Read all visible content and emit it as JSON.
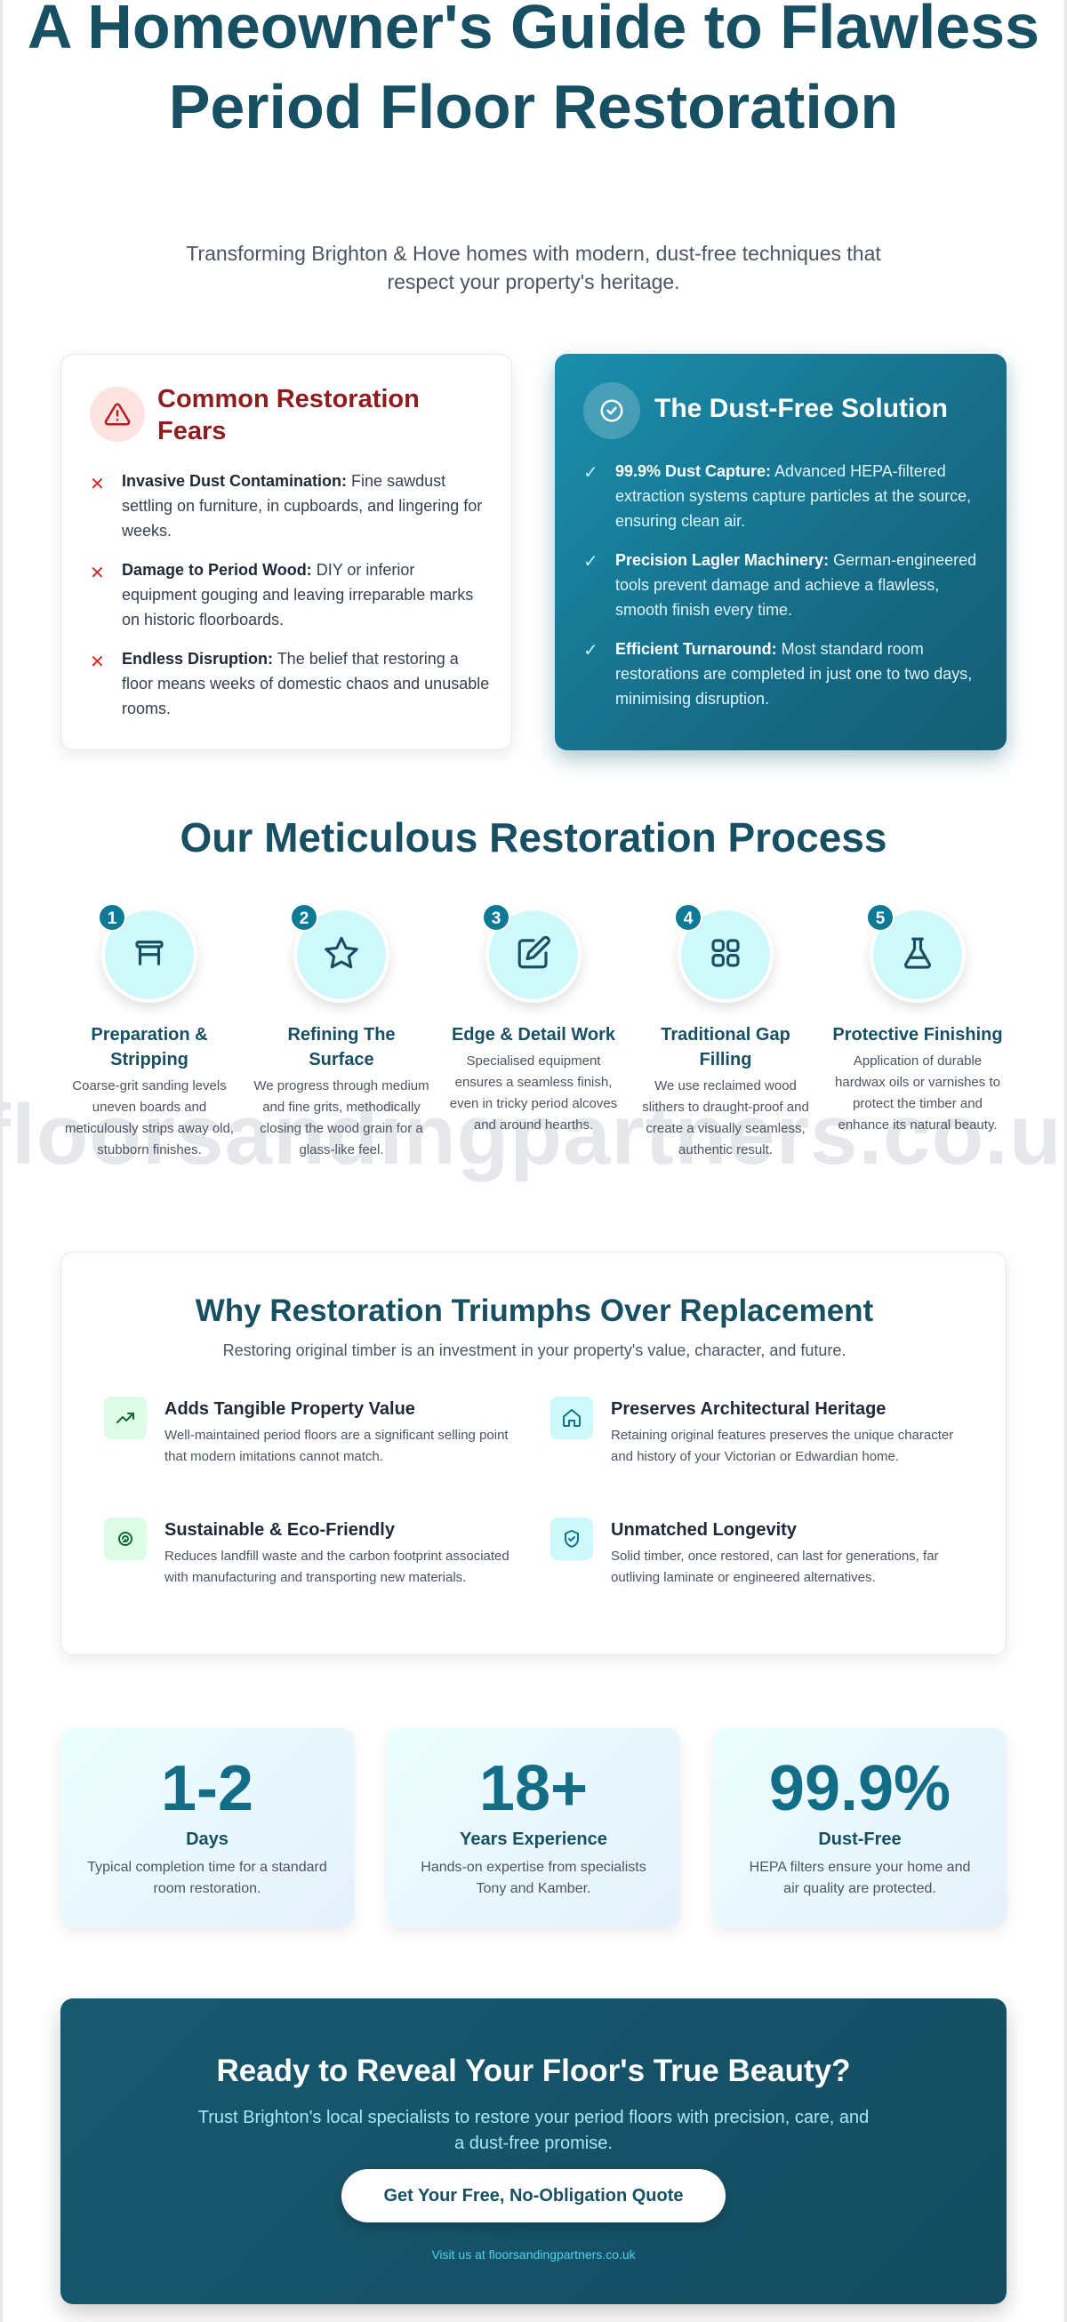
{
  "hero": {
    "title_line1": "A Homeowner's Guide to Flawless",
    "title_line2": "Period Floor Restoration",
    "subtitle": "Transforming Brighton & Hove homes with modern, dust-free techniques that respect your property's heritage."
  },
  "fears": {
    "title": "Common Restoration Fears",
    "icon": "warning-triangle-icon",
    "items": [
      {
        "bold": "Invasive Dust Contamination:",
        "text": " Fine sawdust settling on furniture, in cupboards, and lingering for weeks."
      },
      {
        "bold": "Damage to Period Wood:",
        "text": " DIY or inferior equipment gouging and leaving irreparable marks on historic floorboards."
      },
      {
        "bold": "Endless Disruption:",
        "text": " The belief that restoring a floor means weeks of domestic chaos and unusable rooms."
      }
    ]
  },
  "solution": {
    "title": "The Dust-Free Solution",
    "icon": "check-circle-icon",
    "items": [
      {
        "bold": "99.9% Dust Capture:",
        "text": " Advanced HEPA-filtered extraction systems capture particles at the source, ensuring clean air."
      },
      {
        "bold": "Precision Lagler Machinery:",
        "text": " German-engineered tools prevent damage and achieve a flawless, smooth finish every time."
      },
      {
        "bold": "Efficient Turnaround:",
        "text": " Most standard room restorations are completed in just one to two days, minimising disruption."
      }
    ]
  },
  "process": {
    "title": "Our Meticulous Restoration Process",
    "watermark": "floorsandingpartners.co.uk",
    "steps": [
      {
        "num": "1",
        "title": "Preparation & Stripping",
        "text": "Coarse-grit sanding levels uneven boards and meticulously strips away old, stubborn finishes.",
        "icon": "sander-icon"
      },
      {
        "num": "2",
        "title": "Refining The Surface",
        "text": "We progress through medium and fine grits, methodically closing the wood grain for a glass-like feel.",
        "icon": "star-icon"
      },
      {
        "num": "3",
        "title": "Edge & Detail Work",
        "text": "Specialised equipment ensures a seamless finish, even in tricky period alcoves and around hearths.",
        "icon": "pencil-square-icon"
      },
      {
        "num": "4",
        "title": "Traditional Gap Filling",
        "text": "We use reclaimed wood slithers to draught-proof and create a visually seamless, authentic result.",
        "icon": "grid-icon"
      },
      {
        "num": "5",
        "title": "Protective Finishing",
        "text": "Application of durable hardwax oils or varnishes to protect the timber and enhance its natural beauty.",
        "icon": "flask-icon"
      }
    ]
  },
  "why": {
    "title": "Why Restoration Triumphs Over Replacement",
    "subtitle": "Restoring original timber is an investment in your property's value, character, and future.",
    "items": [
      {
        "title": "Adds Tangible Property Value",
        "text": "Well-maintained period floors are a significant selling point that modern imitations cannot match.",
        "icon": "trending-up-icon"
      },
      {
        "title": "Preserves Architectural Heritage",
        "text": "Retaining original features preserves the unique character and history of your Victorian or Edwardian home.",
        "icon": "home-icon"
      },
      {
        "title": "Sustainable & Eco-Friendly",
        "text": "Reduces landfill waste and the carbon footprint associated with manufacturing and transporting new materials.",
        "icon": "recycle-icon"
      },
      {
        "title": "Unmatched Longevity",
        "text": "Solid timber, once restored, can last for generations, far outliving laminate or engineered alternatives.",
        "icon": "shield-check-icon"
      }
    ]
  },
  "stats": [
    {
      "value": "1-2",
      "label": "Days",
      "text": "Typical completion time for a standard room restoration."
    },
    {
      "value": "18+",
      "label": "Years Experience",
      "text": "Hands-on expertise from specialists Tony and Kamber."
    },
    {
      "value": "99.9%",
      "label": "Dust-Free",
      "text": "HEPA filters ensure your home and air quality are protected."
    }
  ],
  "cta": {
    "title": "Ready to Reveal Your Floor's True Beauty?",
    "text": "Trust Brighton's local specialists to restore your period floors with precision, care, and a dust-free promise.",
    "button": "Get Your Free, No-Obligation Quote",
    "visit": "Visit us at floorsandingpartners.co.uk"
  },
  "colors": {
    "primary": "#174f63",
    "accent": "#1a8fad",
    "danger": "#dc2626",
    "stat_value": "#136d87"
  }
}
